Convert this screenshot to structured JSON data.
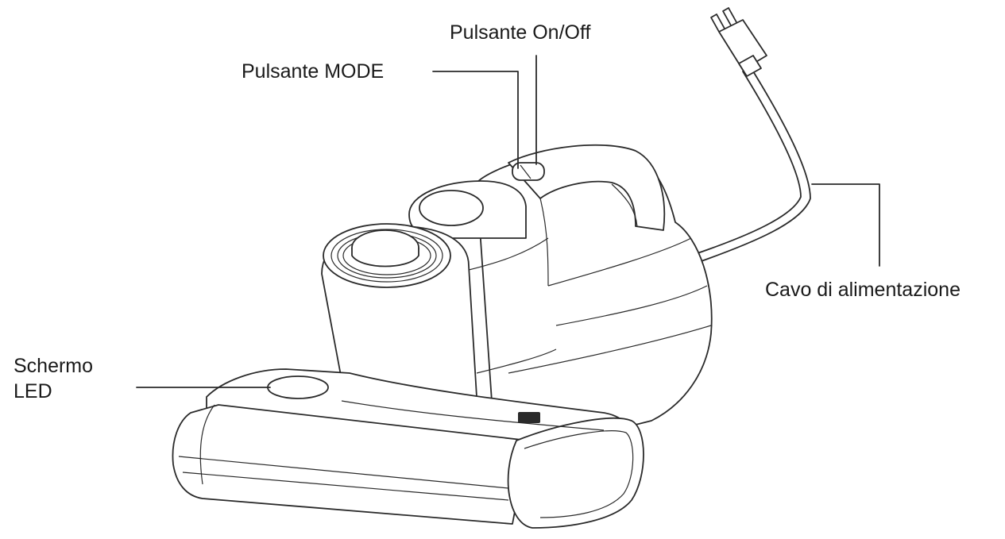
{
  "labels": {
    "on_off_button": "Pulsante On/Off",
    "mode_button": "Pulsante MODE",
    "power_cord": "Cavo di alimentazione",
    "led_screen_line1": "Schermo",
    "led_screen_line2": "LED"
  },
  "colors": {
    "line": "#2a2a2a",
    "background": "#ffffff"
  }
}
